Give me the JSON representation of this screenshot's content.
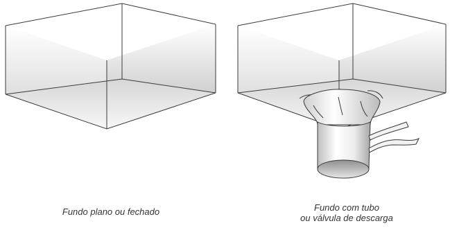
{
  "left_figure": {
    "caption": "Fundo plano ou fechado"
  },
  "right_figure": {
    "caption_line1": "Fundo com tubo",
    "caption_line2": "ou válvula de descarga"
  },
  "colors": {
    "stroke": "#3a3a3a",
    "wall_light": "#ffffff",
    "wall_dark": "#bdbdbd",
    "floor_light": "#f4f4f4",
    "floor_dark": "#d9d9d9",
    "caption": "#333333"
  }
}
